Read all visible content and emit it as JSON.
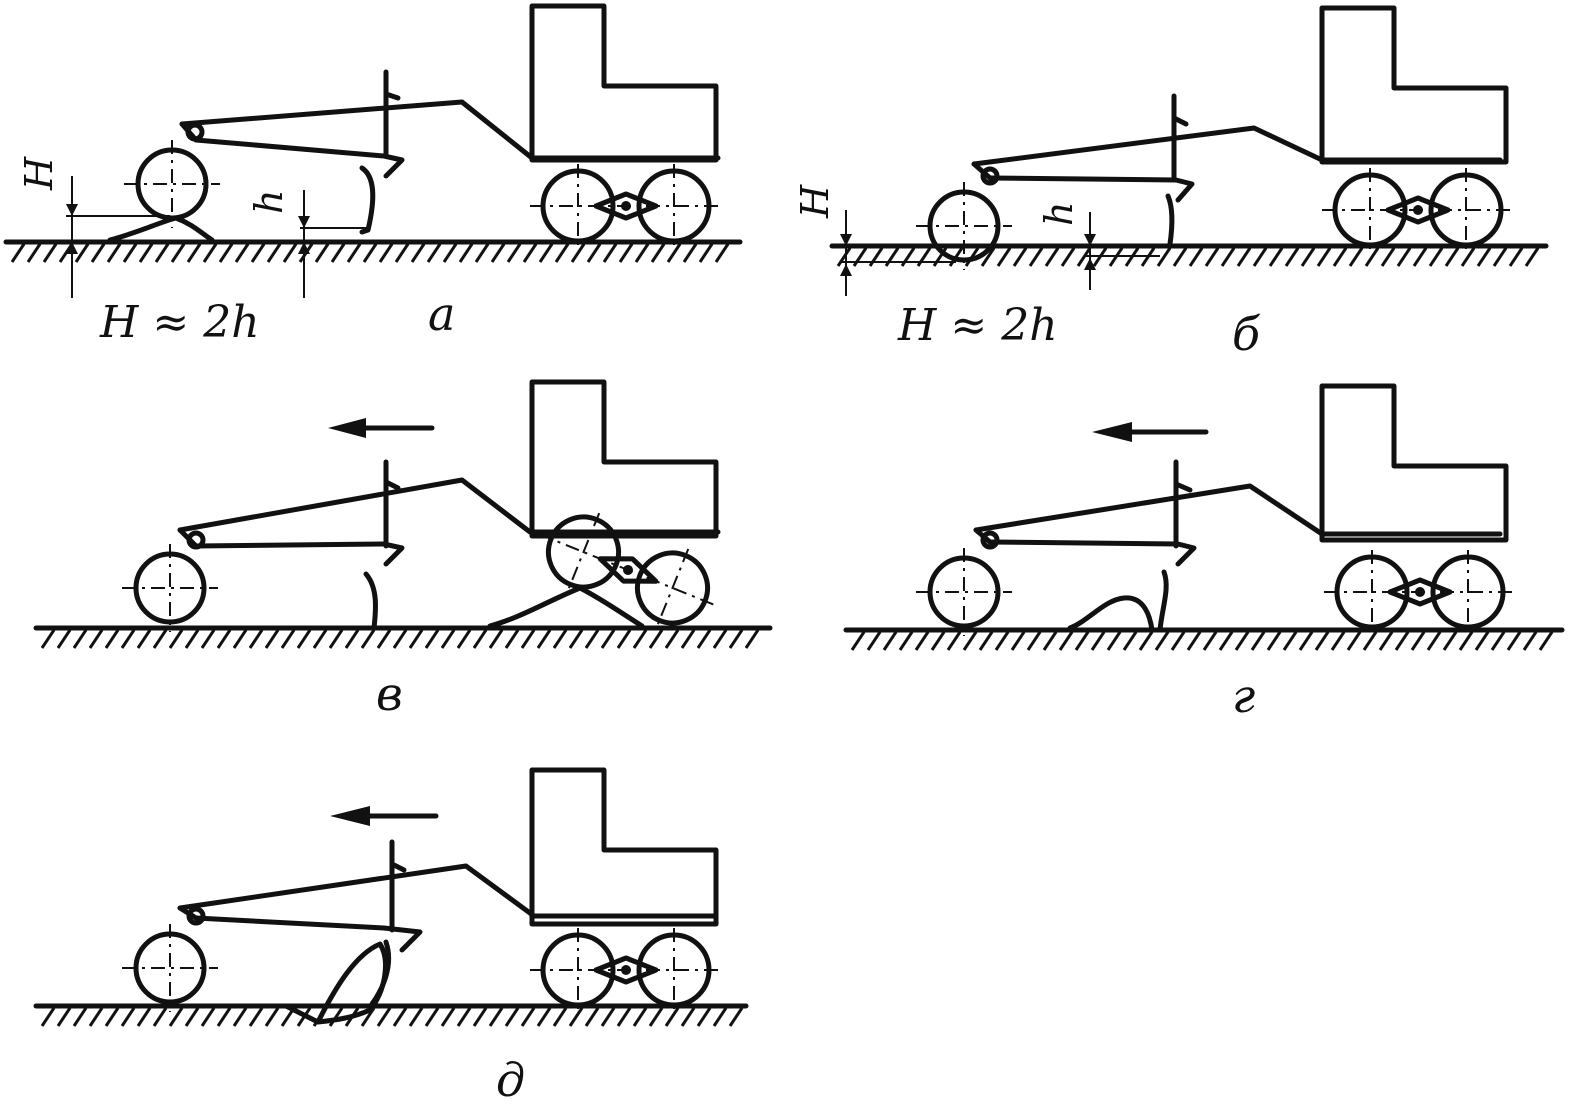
{
  "panels": [
    {
      "id": "a",
      "label": "а",
      "formula": "H ≈ 2h",
      "dims": {
        "H": "H",
        "h": "h"
      },
      "arrow": false
    },
    {
      "id": "b",
      "label": "б",
      "formula": "H ≈ 2h",
      "dims": {
        "H": "H",
        "h": "h"
      },
      "arrow": false
    },
    {
      "id": "v",
      "label": "в",
      "arrow": true
    },
    {
      "id": "g",
      "label": "г",
      "arrow": true
    },
    {
      "id": "d",
      "label": "д",
      "arrow": true
    }
  ]
}
